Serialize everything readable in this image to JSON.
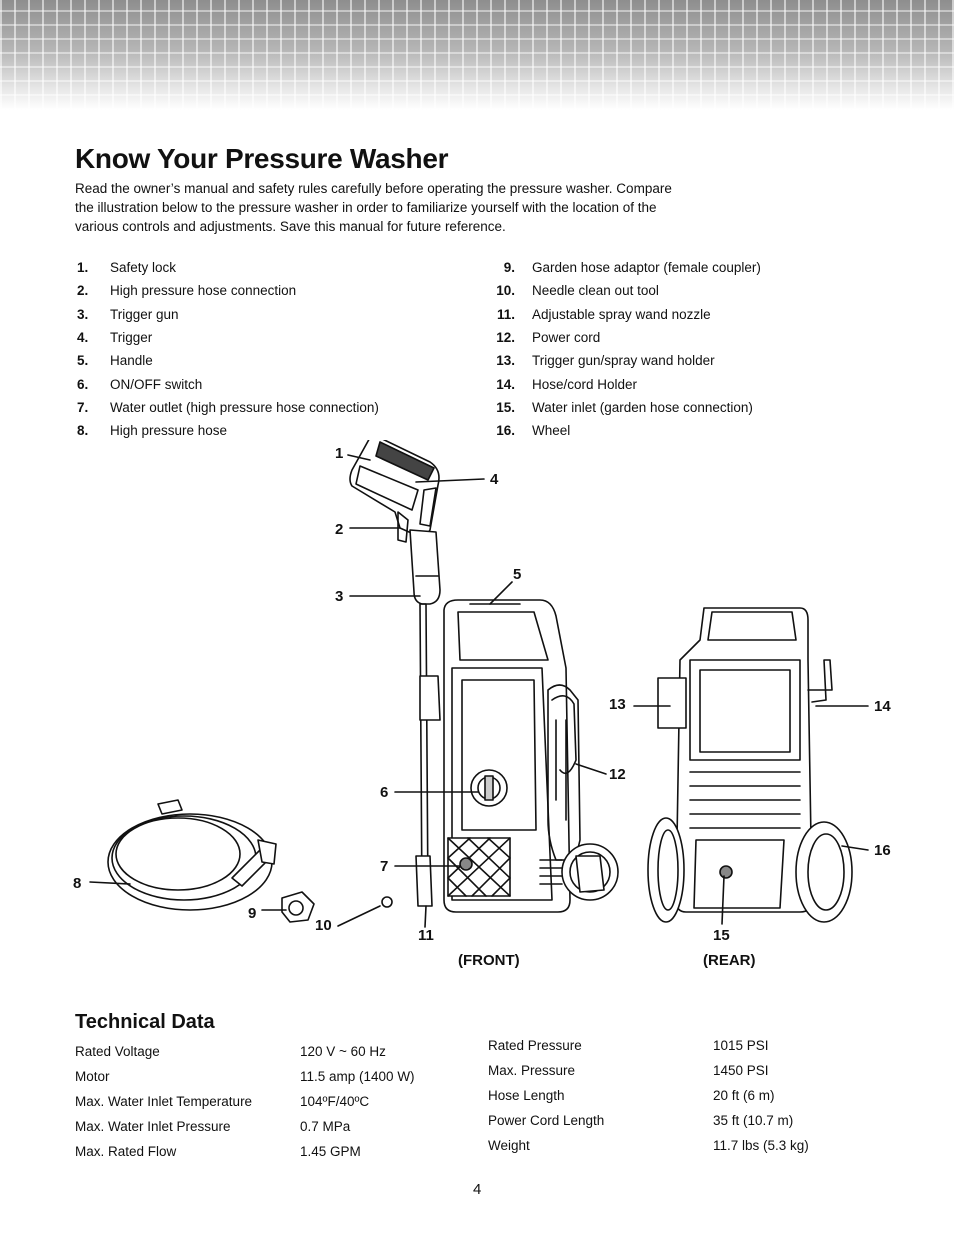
{
  "title": "Know Your Pressure Washer",
  "intro": "Read the owner’s manual and safety rules carefully before operating the pressure washer. Compare the illustration below to the pressure washer in order to familiarize yourself with the location of the various controls and adjustments. Save this manual for future reference.",
  "parts_left": [
    {
      "num": "1.",
      "label": "Safety lock"
    },
    {
      "num": "2.",
      "label": "High pressure hose connection"
    },
    {
      "num": "3.",
      "label": "Trigger gun"
    },
    {
      "num": "4.",
      "label": "Trigger"
    },
    {
      "num": "5.",
      "label": "Handle"
    },
    {
      "num": "6.",
      "label": "ON/OFF switch"
    },
    {
      "num": "7.",
      "label": "Water outlet (high pressure hose connection)"
    },
    {
      "num": "8.",
      "label": "High pressure hose"
    }
  ],
  "parts_right": [
    {
      "num": "9.",
      "label": "Garden hose adaptor (female coupler)"
    },
    {
      "num": "10.",
      "label": "Needle clean out tool"
    },
    {
      "num": "11.",
      "label": "Adjustable spray wand nozzle"
    },
    {
      "num": "12.",
      "label": "Power cord"
    },
    {
      "num": "13.",
      "label": "Trigger gun/spray wand holder"
    },
    {
      "num": "14.",
      "label": "Hose/cord Holder"
    },
    {
      "num": "15.",
      "label": "Water inlet (garden hose connection)"
    },
    {
      "num": "16.",
      "label": "Wheel"
    }
  ],
  "diagram": {
    "callouts": [
      "1",
      "2",
      "3",
      "4",
      "5",
      "6",
      "7",
      "8",
      "9",
      "10",
      "11",
      "12",
      "13",
      "14",
      "15",
      "16"
    ],
    "front_label": "(FRONT)",
    "rear_label": "(REAR)"
  },
  "technical": {
    "title": "Technical Data",
    "left": [
      {
        "label": "Rated Voltage",
        "value": "120 V ~ 60 Hz"
      },
      {
        "label": "Motor",
        "value": "11.5 amp (1400 W)"
      },
      {
        "label": "Max. Water Inlet Temperature",
        "value": "104ºF/40ºC"
      },
      {
        "label": "Max. Water Inlet Pressure",
        "value": "0.7 MPa"
      },
      {
        "label": "Max. Rated Flow",
        "value": "1.45 GPM"
      }
    ],
    "right": [
      {
        "label": "Rated Pressure",
        "value": "1015 PSI"
      },
      {
        "label": "Max. Pressure",
        "value": "1450 PSI"
      },
      {
        "label": "Hose Length",
        "value": "20 ft (6 m)"
      },
      {
        "label": "Power Cord Length",
        "value": "35 ft (10.7 m)"
      },
      {
        "label": "Weight",
        "value": "11.7 lbs (5.3 kg)"
      }
    ]
  },
  "page_number": "4"
}
